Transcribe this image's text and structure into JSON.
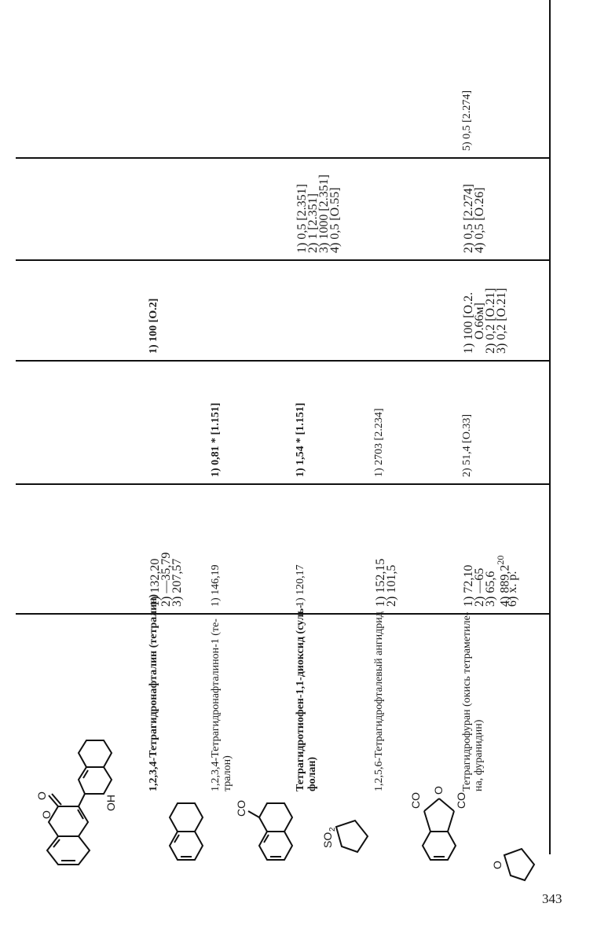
{
  "page_number": "343",
  "compounds": [
    {
      "name": "1,2,3,4-Тетрагидронафталин (тетралин)",
      "props": [
        "1) 132,20",
        "2) —35,79",
        "3) 207,57"
      ],
      "c3": "",
      "c4": "1) 100 [O.2]",
      "c5": [],
      "c6": ""
    },
    {
      "name": "1,2,3,4-Тетрагидронафталинон-1 (те-",
      "name2": "тралон)",
      "props": [
        "1) 146,19"
      ],
      "c3": "1) 0,81 * [1.151]",
      "c4": "",
      "c5": [],
      "c6": ""
    },
    {
      "name": "Тетрагидротиофен-1,1-диоксид (суль-",
      "name2": "фолан)",
      "props": [
        "1) 120,17"
      ],
      "c3": "1) 1,54 * [1.151]",
      "c4": "",
      "c5": [
        "1) 0,5 [2.351]",
        "2) 1 [2.351]",
        "3) 1000 [2.351]",
        "4) 0,5 [O.55]"
      ],
      "c6": ""
    },
    {
      "name": "1,2,5,6-Тетрагидрофталевый ангидрид",
      "props": [
        "1) 152,15",
        "2) 101,5"
      ],
      "c3": "1) 2703 [2.234]",
      "c4": "",
      "c5": [],
      "c6": ""
    },
    {
      "name": "Тетрагидрофуран (окись тетраметиле-",
      "name2": "на, фуранидин)",
      "props": [
        "1) 72,10",
        "2) —65",
        "3) 65,6",
        "4) 889,2",
        "6) х. р."
      ],
      "prop4_sup": "20",
      "c3": "2) 51,4 [O.33]",
      "c4": [
        "1) 100 [O.2.",
        "O.66м]",
        "2) 0,2 [O.21]",
        "3) 0,2 [O.21]"
      ],
      "c5": [
        "2) 0,5 [2.274]",
        "4) 0,5 [O.26]"
      ],
      "c6": "5) 0,5 [2.274]"
    }
  ],
  "structure_labels": {
    "o": "O",
    "oh": "OH",
    "co": "CO",
    "so2": "SO",
    "so2_sub": "2"
  }
}
